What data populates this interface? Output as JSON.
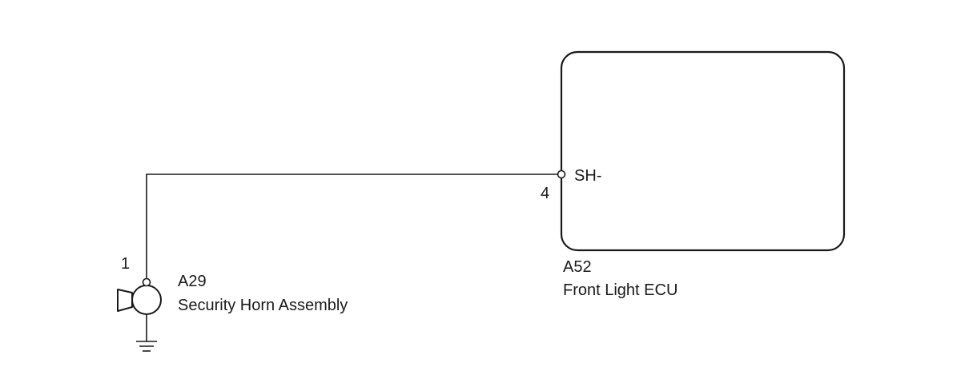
{
  "ecu": {
    "code": "A52",
    "name": "Front Light ECU",
    "terminal_label": "SH-",
    "pin_number": "4"
  },
  "horn": {
    "code": "A29",
    "name": "Security Horn Assembly",
    "pin_number": "1"
  },
  "colors": {
    "line": "#1a1a1a",
    "background": "#ffffff"
  }
}
